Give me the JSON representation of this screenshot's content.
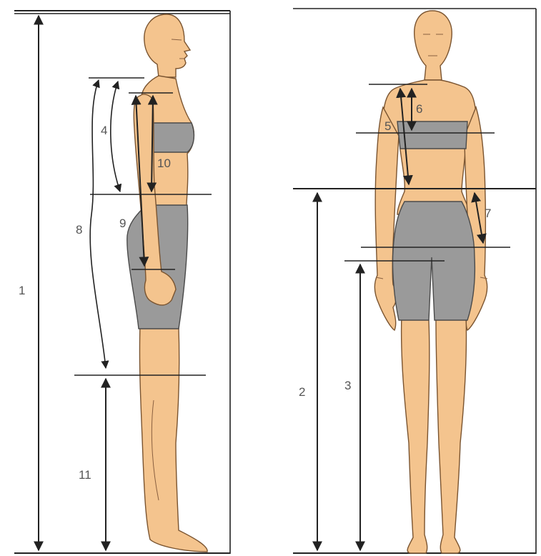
{
  "figures": {
    "side": {
      "measurements": [
        {
          "id": "m1",
          "label": "1"
        },
        {
          "id": "m4",
          "label": "4"
        },
        {
          "id": "m8",
          "label": "8"
        },
        {
          "id": "m9",
          "label": "9"
        },
        {
          "id": "m10",
          "label": "10"
        },
        {
          "id": "m11",
          "label": "11"
        }
      ]
    },
    "front": {
      "measurements": [
        {
          "id": "m2",
          "label": "2"
        },
        {
          "id": "m3",
          "label": "3"
        },
        {
          "id": "m5",
          "label": "5"
        },
        {
          "id": "m6",
          "label": "6"
        },
        {
          "id": "m7",
          "label": "7"
        }
      ]
    }
  },
  "colors": {
    "skin": "#f4c48e",
    "clothing": "#9a9a9a",
    "lines": "#222222",
    "labels": "#555555"
  }
}
